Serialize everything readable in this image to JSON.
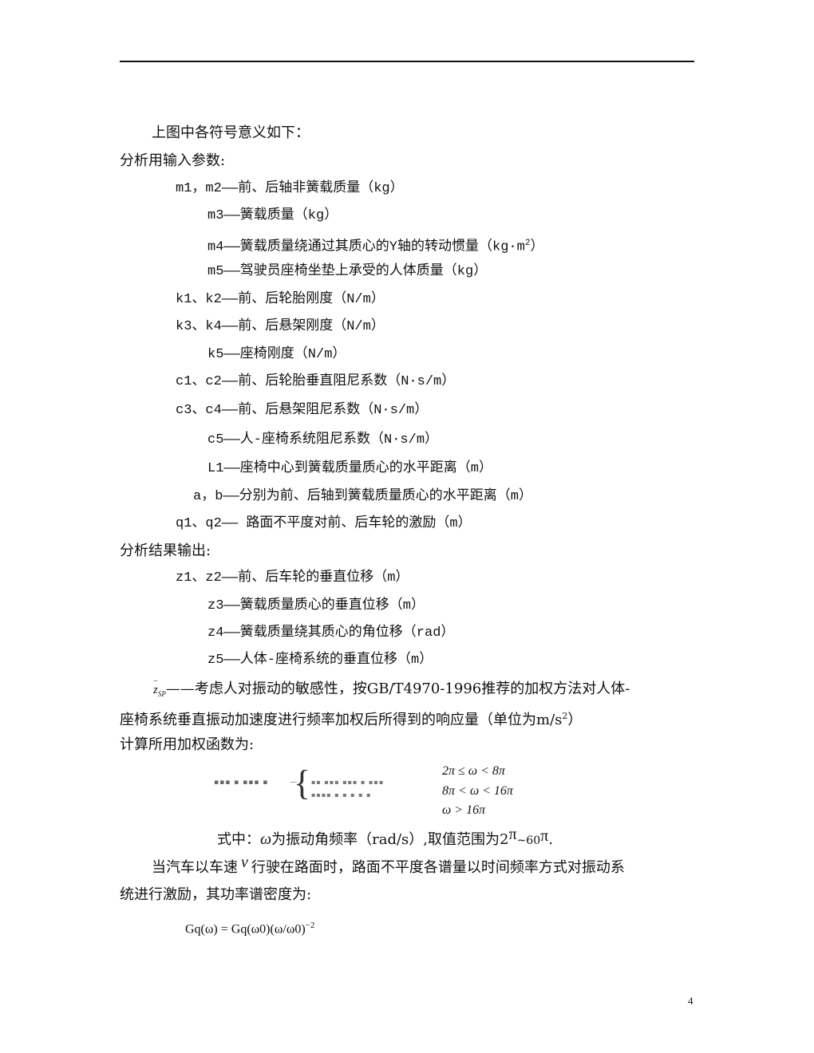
{
  "intro": "上图中各符号意义如下：",
  "input_heading": "分析用输入参数:",
  "inputs": [
    "m1，m2——前、后轴非簧载质量（kg）",
    "m3——簧载质量（kg）",
    "m4——簧载质量绕通过其质心的Y轴的转动惯量（kg·m",
    "m5——驾驶员座椅坐垫上承受的人体质量（kg）",
    "k1、k2——前、后轮胎刚度（N/m）",
    "k3、k4——前、后悬架刚度（N/m）",
    "k5——座椅刚度（N/m）",
    "c1、c2——前、后轮胎垂直阻尼系数（N·s/m）",
    "c3、c4——前、后悬架阻尼系数（N·s/m）",
    "c5——人-座椅系统阻尼系数（N·s/m）",
    "L1——座椅中心到簧载质量质心的水平距离（m）",
    "a，b——分别为前、后轴到簧载质量质心的水平距离（m）",
    "q1、q2—— 路面不平度对前、后车轮的激励（m）"
  ],
  "m4_sup": "2",
  "m4_tail": "）",
  "output_heading": "分析结果输出:",
  "outputs": [
    "z1、z2——前、后车轮的垂直位移（m）",
    "z3——簧载质量质心的垂直位移（m）",
    "z4——簧载质量绕其质心的角位移（rad）",
    "z5——人体-座椅系统的垂直位移（m）"
  ],
  "zsp_symbol": "z",
  "zsp_sub": "SP",
  "zsp_line1": "——考虑人对振动的敏感性，按GB/T4970-1996推荐的加权方法对人体-",
  "zsp_line2": "座椅系统垂直振动加速度进行频率加权后所得到的响应量（单位为m/s",
  "zsp_sup": "2",
  "zsp_tail": "）",
  "weight_heading": "计算所用加权函数为:",
  "conditions": [
    "2π ≤ ω < 8π",
    "8π < ω < 16π",
    "ω > 16π"
  ],
  "omega_prefix": "式中：",
  "omega_symbol": "ω",
  "omega_text": "为振动角频率（rad/s）,取值范围为2",
  "pi1": "π",
  "range_sep": "~60",
  "pi2": "π",
  "range_end": ".",
  "speed_text1": "当汽车以车速",
  "speed_symbol": "v",
  "speed_text2": "行驶在路面时，路面不平度各谱量以时间频率方式对振动系",
  "speed_text3": "统进行激励，其功率谱密度为:",
  "psd_formula": "Gq(ω) = Gq(ω0)(ω/ω0)",
  "psd_exp": "−2",
  "page_number": "4"
}
